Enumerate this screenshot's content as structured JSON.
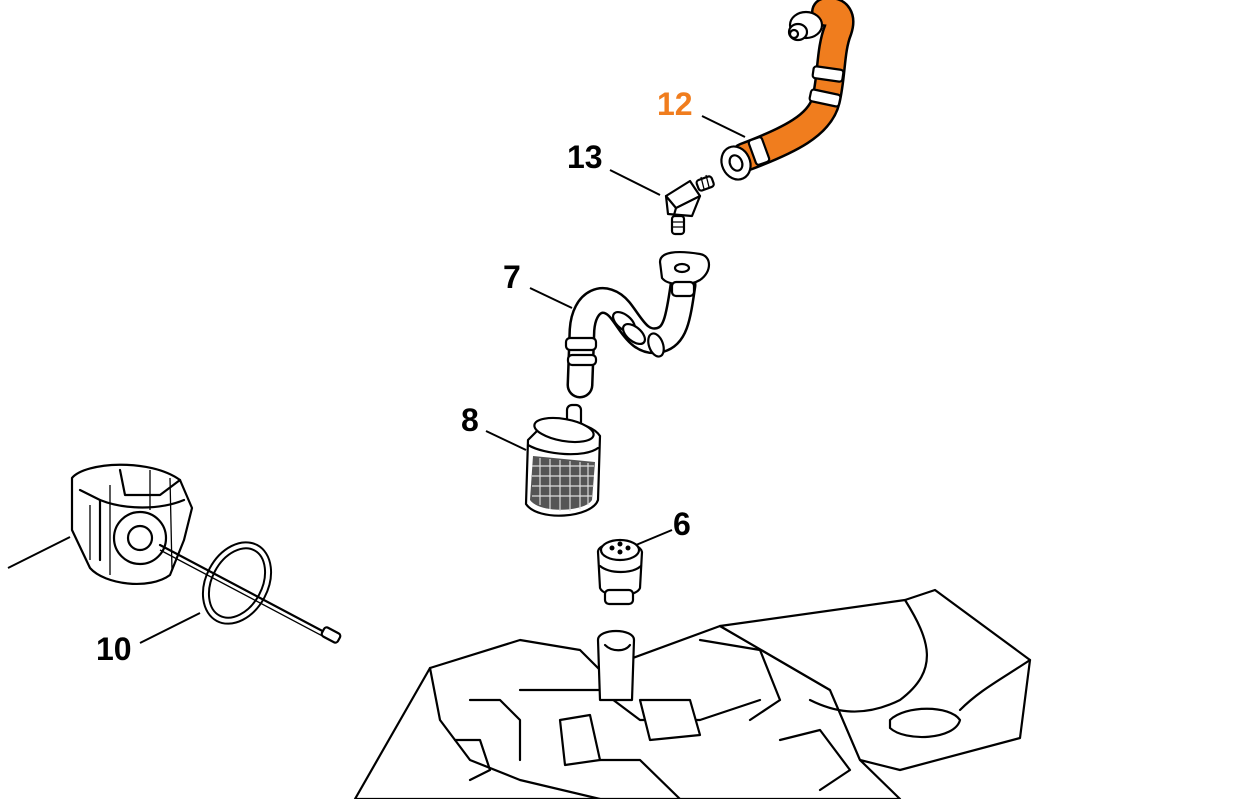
{
  "callouts": {
    "p12": "12",
    "p13": "13",
    "p7": "7",
    "p8": "8",
    "p6": "6",
    "p10": "10"
  },
  "colors": {
    "highlight": "#f07d1e",
    "ink": "#000000",
    "paper": "#ffffff"
  },
  "icons": [
    "fuel-hose-icon",
    "elbow-connector-icon",
    "suction-hose-icon",
    "fuel-filter-icon",
    "valve-icon",
    "gasket-ring-icon",
    "carburetor-icon",
    "tank-housing-icon"
  ]
}
